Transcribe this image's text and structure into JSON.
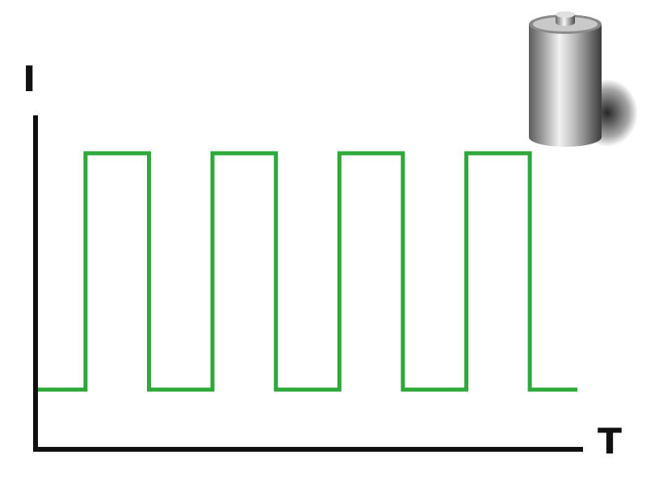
{
  "chart_data": {
    "type": "line",
    "title": "",
    "xlabel": "T",
    "ylabel": "I",
    "grid": false,
    "legend": "none",
    "line_shape": "step",
    "x": [
      0,
      0.75,
      0.75,
      1.75,
      1.75,
      2.75,
      2.75,
      3.75,
      3.75,
      4.75,
      4.75,
      5.75,
      5.75,
      6.75,
      6.75,
      7.75,
      7.75,
      8.5
    ],
    "series": [
      {
        "name": "",
        "color": "#2ea83a",
        "values": [
          0.1,
          0.1,
          1,
          1,
          0.1,
          0.1,
          1,
          1,
          0.1,
          0.1,
          1,
          1,
          0.1,
          0.1,
          1,
          1,
          0.1,
          0.1
        ]
      }
    ],
    "xlim": [
      0,
      8.5
    ],
    "ylim": [
      0,
      1
    ]
  },
  "decoration": {
    "icon": "battery-icon"
  },
  "colors": {
    "axis": "#111111",
    "signal": "#2ea83a"
  }
}
